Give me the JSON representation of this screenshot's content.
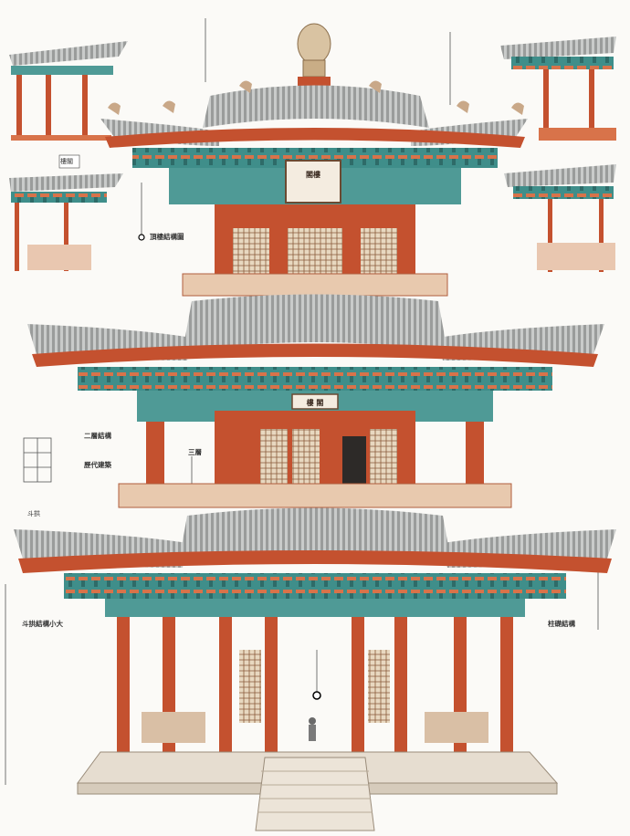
{
  "colors": {
    "background": "#fbfaf7",
    "pillar_red": "#c4512f",
    "roof_grey": "#8d8f8f",
    "bracket_teal": "#4f9a96",
    "trim_orange": "#d8734a",
    "stone": "#e6ddd0"
  },
  "labels": {
    "left_callout_1": "頂樓結構圖",
    "left_callout_2": "二層結構",
    "left_callout_3": "歷代建築",
    "mid_callout_1": "三層",
    "left_section": "斗拱結構小大",
    "right_section": "柱礎結構",
    "sub_left_a": "斗拱",
    "thumb_plaque": "樓閣"
  },
  "plaques": {
    "top": "閣樓",
    "middle": "樓 閣"
  },
  "icons": [
    "finial-icon",
    "dragon-ornament-icon",
    "window-lattice-icon",
    "human-figure-icon"
  ]
}
